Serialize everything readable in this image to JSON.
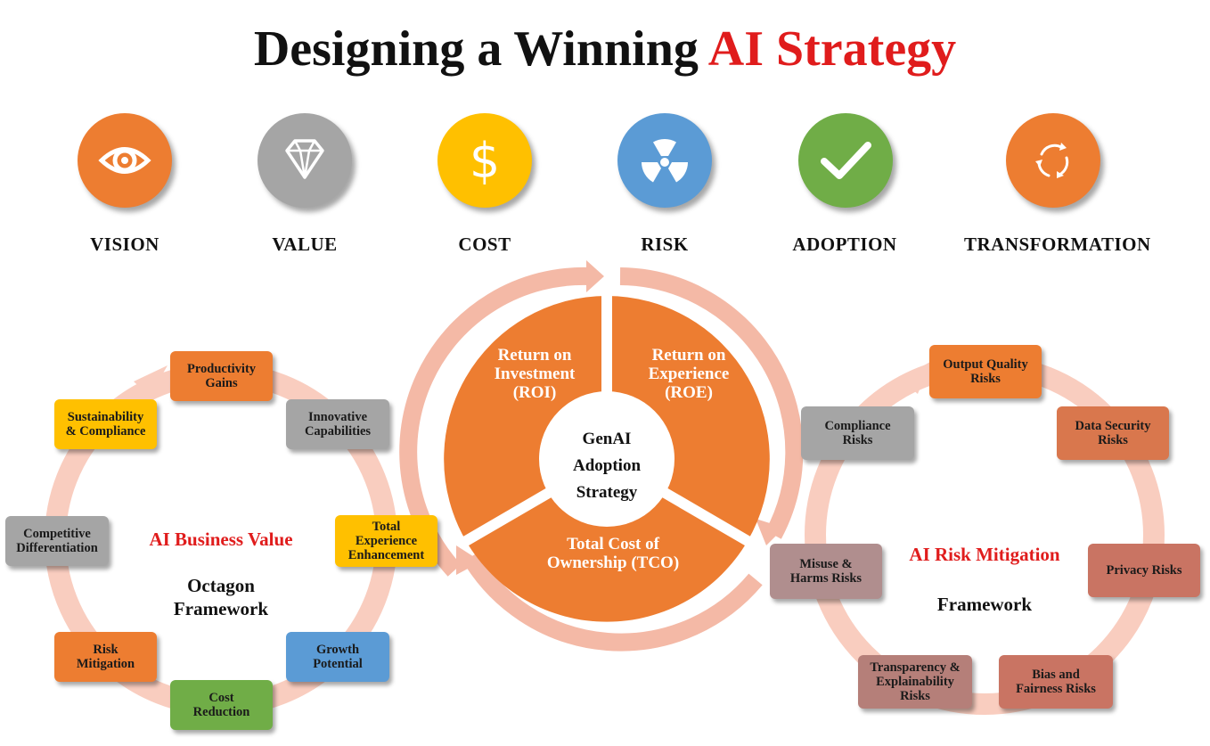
{
  "title": {
    "prefix": "Designing a Winning",
    "accent": "AI Strategy"
  },
  "colors": {
    "orange": "#ed7d31",
    "gray": "#a5a5a5",
    "yellow": "#ffc000",
    "blue": "#5b9bd5",
    "green": "#70ad47",
    "red": "#e01c1c",
    "ring": "#f8c8b8",
    "risk_box": "#c97463",
    "risk_box_mauve": "#b57f79"
  },
  "pillars": [
    {
      "label": "VISION",
      "icon": "eye-icon"
    },
    {
      "label": "VALUE",
      "icon": "diamond-icon"
    },
    {
      "label": "COST",
      "icon": "dollar-icon"
    },
    {
      "label": "RISK",
      "icon": "radiation-icon"
    },
    {
      "label": "ADOPTION",
      "icon": "check-icon"
    },
    {
      "label": "TRANSFORMATION",
      "icon": "cycle-icon"
    }
  ],
  "center": {
    "hub": "GenAI\nAdoption\nStrategy",
    "segments": [
      {
        "label": "Return on\nInvestment\n(ROI)"
      },
      {
        "label": "Return on\nExperience\n(ROE)"
      },
      {
        "label": "Total Cost of\nOwnership (TCO)"
      }
    ]
  },
  "value_framework": {
    "title_accent": "AI Business Value",
    "title_rest": "Octagon\nFramework",
    "items": [
      {
        "label": "Productivity\nGains"
      },
      {
        "label": "Innovative\nCapabilities"
      },
      {
        "label": "Total\nExperience\nEnhancement"
      },
      {
        "label": "Growth\nPotential"
      },
      {
        "label": "Cost\nReduction"
      },
      {
        "label": "Risk\nMitigation"
      },
      {
        "label": "Competitive\nDifferentiation"
      },
      {
        "label": "Sustainability\n& Compliance"
      }
    ]
  },
  "risk_framework": {
    "title_accent": "AI Risk Mitigation",
    "title_rest": "Framework",
    "items": [
      {
        "label": "Output Quality\nRisks"
      },
      {
        "label": "Data Security\nRisks"
      },
      {
        "label": "Privacy Risks"
      },
      {
        "label": "Bias and\nFairness Risks"
      },
      {
        "label": "Transparency &\nExplainability\nRisks"
      },
      {
        "label": "Misuse &\nHarms Risks"
      },
      {
        "label": "Compliance\nRisks"
      }
    ]
  }
}
